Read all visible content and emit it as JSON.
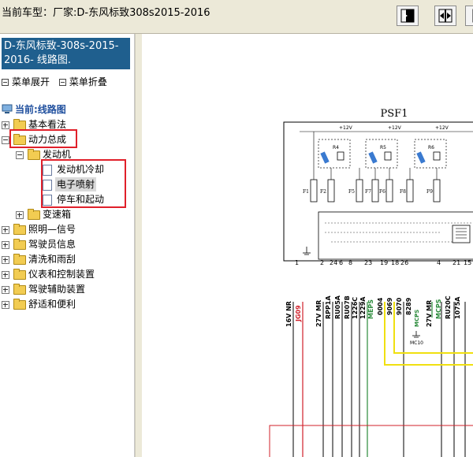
{
  "topbar": {
    "car_model": "当前车型：厂家:D-东风标致308s2015-2016",
    "buttons": [
      "expand-right-icon",
      "fit-icon",
      "collapse-left-icon"
    ]
  },
  "sidebar": {
    "current_title": "D-东风标致-308s-2015-2016- 线路图.",
    "menu_expand": "菜单展开",
    "menu_collapse": "菜单折叠",
    "root": "当前:线路图",
    "items": [
      {
        "label": "基本看法"
      },
      {
        "label": "动力总成"
      },
      {
        "label": "发动机"
      },
      {
        "label": "发动机冷却"
      },
      {
        "label": "电子喷射"
      },
      {
        "label": "停车和起动"
      },
      {
        "label": "变速箱"
      },
      {
        "label": "照明—信号"
      },
      {
        "label": "驾驶员信息"
      },
      {
        "label": "清洗和雨刮"
      },
      {
        "label": "仪表和控制装置"
      },
      {
        "label": "驾驶辅助装置"
      },
      {
        "label": "舒适和便利"
      }
    ]
  },
  "diagram": {
    "module_title": "PSF1",
    "supply_labels": [
      "+12V",
      "+12V",
      "+12V"
    ],
    "relays": [
      "R4",
      "R5",
      "R6"
    ],
    "fuses": [
      "F1",
      "F2",
      "F5",
      "F7",
      "F6",
      "F8",
      "F9"
    ],
    "pins": [
      "1",
      "2",
      "24",
      "6",
      "8",
      "23",
      "19",
      "18",
      "26",
      "4",
      "21",
      "15"
    ],
    "wires": [
      "16V NR",
      "JG09",
      "27V MR",
      "RPP1A",
      "RU05A",
      "RU07B",
      "1226C",
      "1229A",
      "MEPS",
      "0004",
      "9069",
      "9070",
      "8289",
      "27V MR",
      "MCPS",
      "RU20C",
      "1075A"
    ],
    "ground_label": "MCPS",
    "ground_ref": "MC10"
  },
  "colors": {
    "title_bg": "#1f5f8e",
    "highlight": "#e0202a",
    "wire_yellow": "#f0e010",
    "wire_green": "#2a8a3a",
    "wire_red": "#d0202a"
  }
}
